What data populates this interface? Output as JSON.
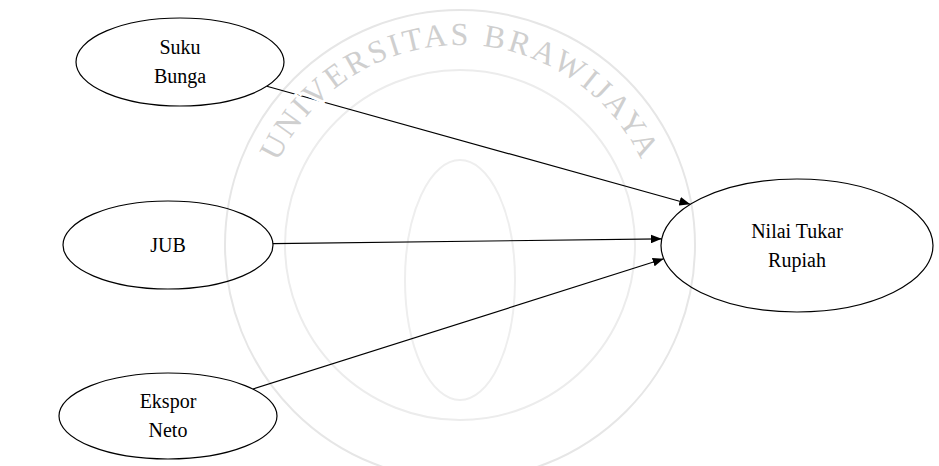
{
  "diagram": {
    "nodes": [
      {
        "text": [
          "Suku Bunga"
        ]
      },
      {
        "text": [
          "JUB"
        ]
      },
      {
        "text": [
          "Ekspor Neto"
        ]
      },
      {
        "text": [
          "Nilai Tukar Rupiah"
        ]
      }
    ],
    "edges": [
      {
        "from": 0,
        "to": 3,
        "arrow": "to"
      },
      {
        "from": 1,
        "to": 3,
        "arrow": "to"
      },
      {
        "from": 2,
        "to": 3,
        "arrow": "to"
      }
    ],
    "labels": [
      "UNIVERSITAS BRAWIJAYA"
    ]
  }
}
